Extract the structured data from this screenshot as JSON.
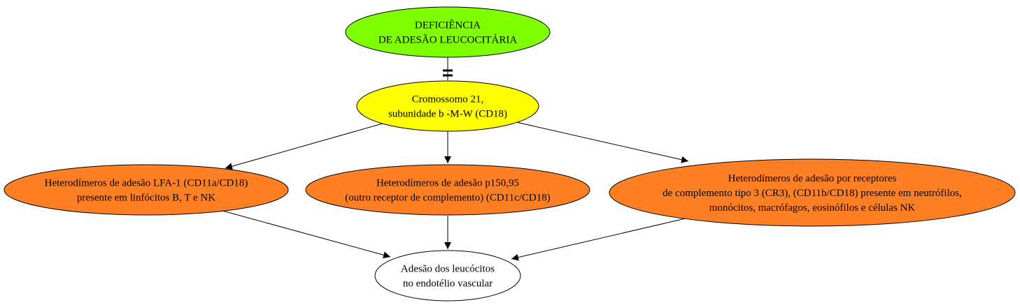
{
  "diagram": {
    "nodes": [
      {
        "id": "deficiencia",
        "lines": [
          "DEFICIÊNCIA",
          "DE ADESÃO LEUCOCITÁRIA"
        ],
        "fill": "#7fff00"
      },
      {
        "id": "cromossomo",
        "lines": [
          "Cromossomo 21,",
          "subunidade b -M-W (CD18)"
        ],
        "fill": "#ffff00"
      },
      {
        "id": "lfa1",
        "lines": [
          "Heterodímeros de adesão LFA-1 (CD11a/CD18)",
          "presente em linfócitos B, T e NK"
        ],
        "fill": "#ff7f24"
      },
      {
        "id": "p150",
        "lines": [
          "Heterodímeros de adesão p150,95",
          "(outro receptor de complemento) (CD11c/CD18)"
        ],
        "fill": "#ff7f24"
      },
      {
        "id": "cr3",
        "lines": [
          "Heterodímeros de adesão por receptores",
          "de complemento tipo 3 (CR3), (CD11b/CD18) presente em neutrófilos,",
          "monócitos, macrófagos, eosinófilos e células NK"
        ],
        "fill": "#ff7f24"
      },
      {
        "id": "adesao",
        "lines": [
          "Adesão dos leucócitos",
          "no endotélio vascular"
        ],
        "fill": "#ffffff"
      }
    ],
    "edges": [
      {
        "from": "deficiencia",
        "to": "cromossomo",
        "style": "tee"
      },
      {
        "from": "cromossomo",
        "to": "lfa1",
        "style": "arrow"
      },
      {
        "from": "cromossomo",
        "to": "p150",
        "style": "arrow"
      },
      {
        "from": "cromossomo",
        "to": "cr3",
        "style": "arrow"
      },
      {
        "from": "lfa1",
        "to": "adesao",
        "style": "arrow"
      },
      {
        "from": "p150",
        "to": "adesao",
        "style": "arrow"
      },
      {
        "from": "cr3",
        "to": "adesao",
        "style": "arrow"
      }
    ]
  }
}
